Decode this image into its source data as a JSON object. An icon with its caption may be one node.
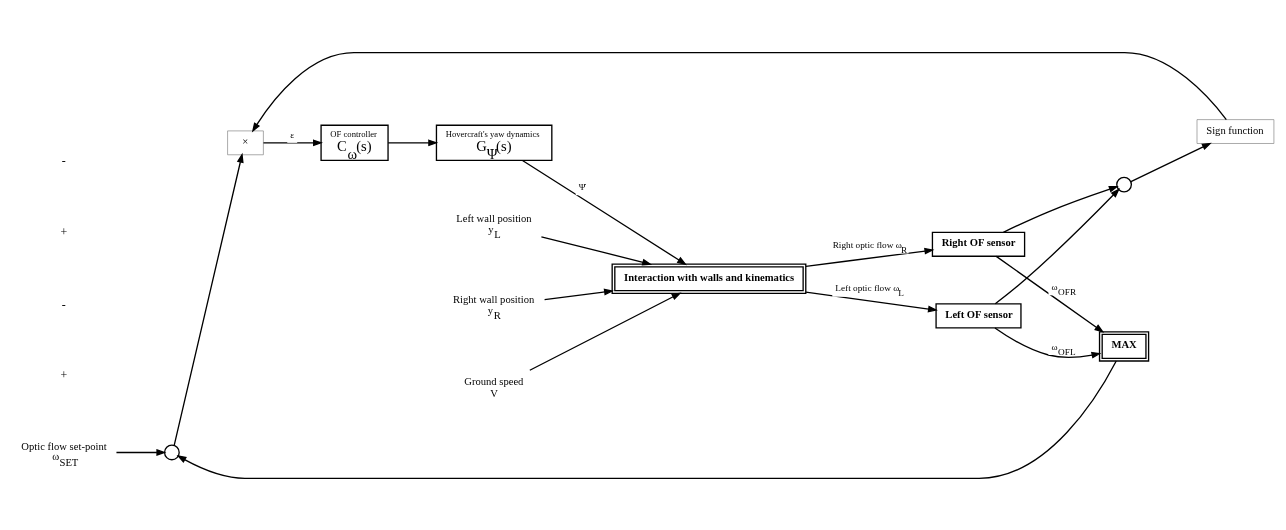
{
  "diagram": {
    "nodes": [
      {
        "text": [],
        "shape": "circle"
      },
      {
        "text": [
          "×"
        ]
      },
      {
        "text": [
          "OF controller",
          "C$_{ω}$(s)"
        ]
      },
      {
        "text": [
          "Hovercraft's yaw dynamics",
          "G$_{Ψ}$(s)"
        ]
      },
      {
        "text": [
          "Interaction with walls and kinematics"
        ]
      },
      {
        "text": [
          "Sign function"
        ]
      },
      {
        "text": [],
        "shape": "circle"
      },
      {
        "text": [
          "MAX"
        ]
      },
      {
        "text": [
          "Right OF sensor"
        ]
      },
      {
        "text": [
          "Left OF sensor"
        ]
      },
      {
        "text": [
          "Left wall position",
          "y$_{L}$"
        ]
      },
      {
        "text": [
          "Right wall position",
          "y$_{R}$"
        ]
      },
      {
        "text": [
          "Ground speed",
          "V"
        ]
      },
      {
        "text": [
          "Optic flow set-point",
          "ω$_{SET}$"
        ]
      }
    ],
    "edges": [
      {
        "from": 12,
        "to": 4,
        "arrow": "to"
      },
      {
        "from": 10,
        "to": 4,
        "arrow": "to"
      },
      {
        "from": 11,
        "to": 4,
        "arrow": "to"
      },
      {
        "from": 13,
        "to": 0,
        "arrow": "to"
      },
      {
        "from": 0,
        "to": 1,
        "arrow": "to"
      },
      {
        "from": 5,
        "to": 1,
        "arrow": "to"
      },
      {
        "from": 1,
        "to": 2,
        "arrow": "to",
        "label": "ε"
      },
      {
        "from": 2,
        "to": 3,
        "arrow": "to"
      },
      {
        "from": 3,
        "to": 4,
        "arrow": "to",
        "label": "Ψ̇"
      },
      {
        "from": 4,
        "to": 8,
        "arrow": "to",
        "label": "Right optic flow ω$_{R}$"
      },
      {
        "from": 4,
        "to": 9,
        "arrow": "to",
        "label": "Left optic flow ω$_{L}$"
      },
      {
        "from": 8,
        "to": 7,
        "arrow": "to",
        "label": "ω$_{OFR}$"
      },
      {
        "from": 8,
        "to": 6,
        "arrow": "to"
      },
      {
        "from": 9,
        "to": 7,
        "arrow": "to",
        "label": "ω$_{OFL}$"
      },
      {
        "from": 9,
        "to": 6,
        "arrow": "to"
      },
      {
        "from": 6,
        "to": 5,
        "arrow": "to"
      },
      {
        "from": 7,
        "to": 0,
        "arrow": "to"
      }
    ],
    "labels": [
      "+",
      "-",
      "+",
      "-"
    ]
  }
}
